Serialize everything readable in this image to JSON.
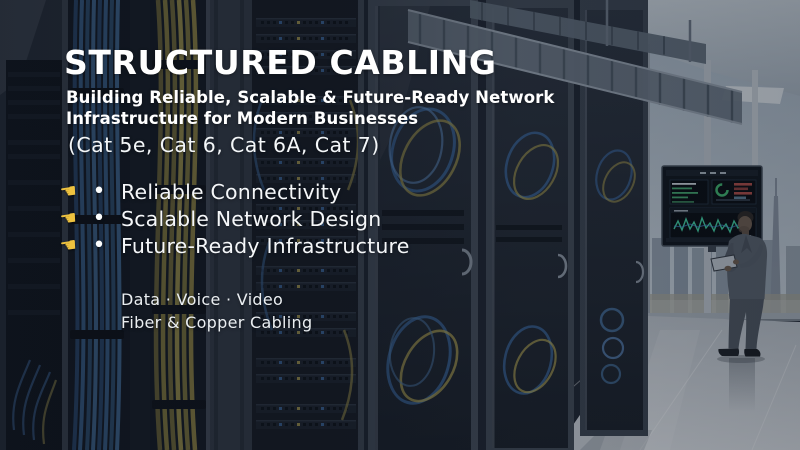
{
  "colors": {
    "accent-yellow": "#eec23f",
    "overlay-navy": "#141e2e",
    "text-primary": "#ffffff",
    "text-secondary": "#eef2f5",
    "cable-blue": "#3f6ea6",
    "cable-yellow": "#b2a14b",
    "monitor-green": "#43b56b",
    "monitor-red": "#a84444",
    "window-light": "#b7c2cb",
    "suit-gray": "#565d66"
  },
  "icons": {
    "pointing-hand": "☚",
    "bullet-dot": "•"
  },
  "hero": {
    "title": "STRUCTURED CABLING",
    "subtitle_line1": "Building Reliable, Scalable & Future-Ready Network",
    "subtitle_line2": "Infrastructure for Modern Businesses",
    "cable_standards": "(Cat 5e, Cat 6, Cat 6A, Cat 7)",
    "bullets": [
      {
        "label": "Reliable Connectivity"
      },
      {
        "label": "Scalable Network Design"
      },
      {
        "label": "Future-Ready Infrastructure"
      }
    ],
    "services_line1": "Data · Voice · Video",
    "services_line2": "Fiber & Copper Cabling"
  }
}
